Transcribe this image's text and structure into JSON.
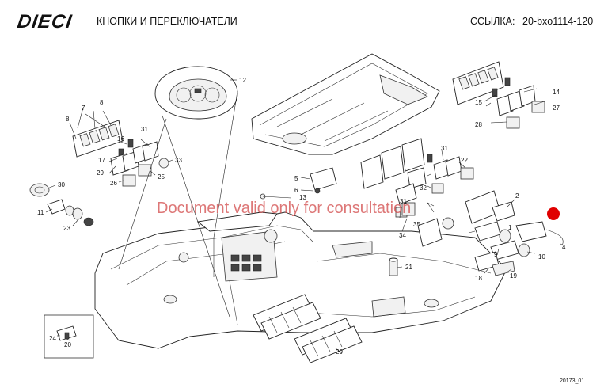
{
  "header": {
    "logo": "DIECI",
    "title": "КНОПКИ И ПЕРЕКЛЮЧАТЕЛИ",
    "ref_label": "ССЫЛКА:",
    "ref_code": "20-bxo1114-120"
  },
  "watermark": "Document valid only for consultation",
  "footer_code": "20173_01",
  "callouts": [
    "1",
    "2",
    "4",
    "5",
    "6",
    "7",
    "8",
    "8",
    "9",
    "10",
    "11",
    "12",
    "13",
    "14",
    "15",
    "16",
    "17",
    "18",
    "19",
    "20",
    "21",
    "22",
    "23",
    "24",
    "25",
    "26",
    "27",
    "28",
    "29",
    "29",
    "30",
    "31",
    "31",
    "31",
    "32",
    "33",
    "34",
    "35"
  ],
  "colors": {
    "marker": "#e00000",
    "watermark": "#d24a4a"
  }
}
